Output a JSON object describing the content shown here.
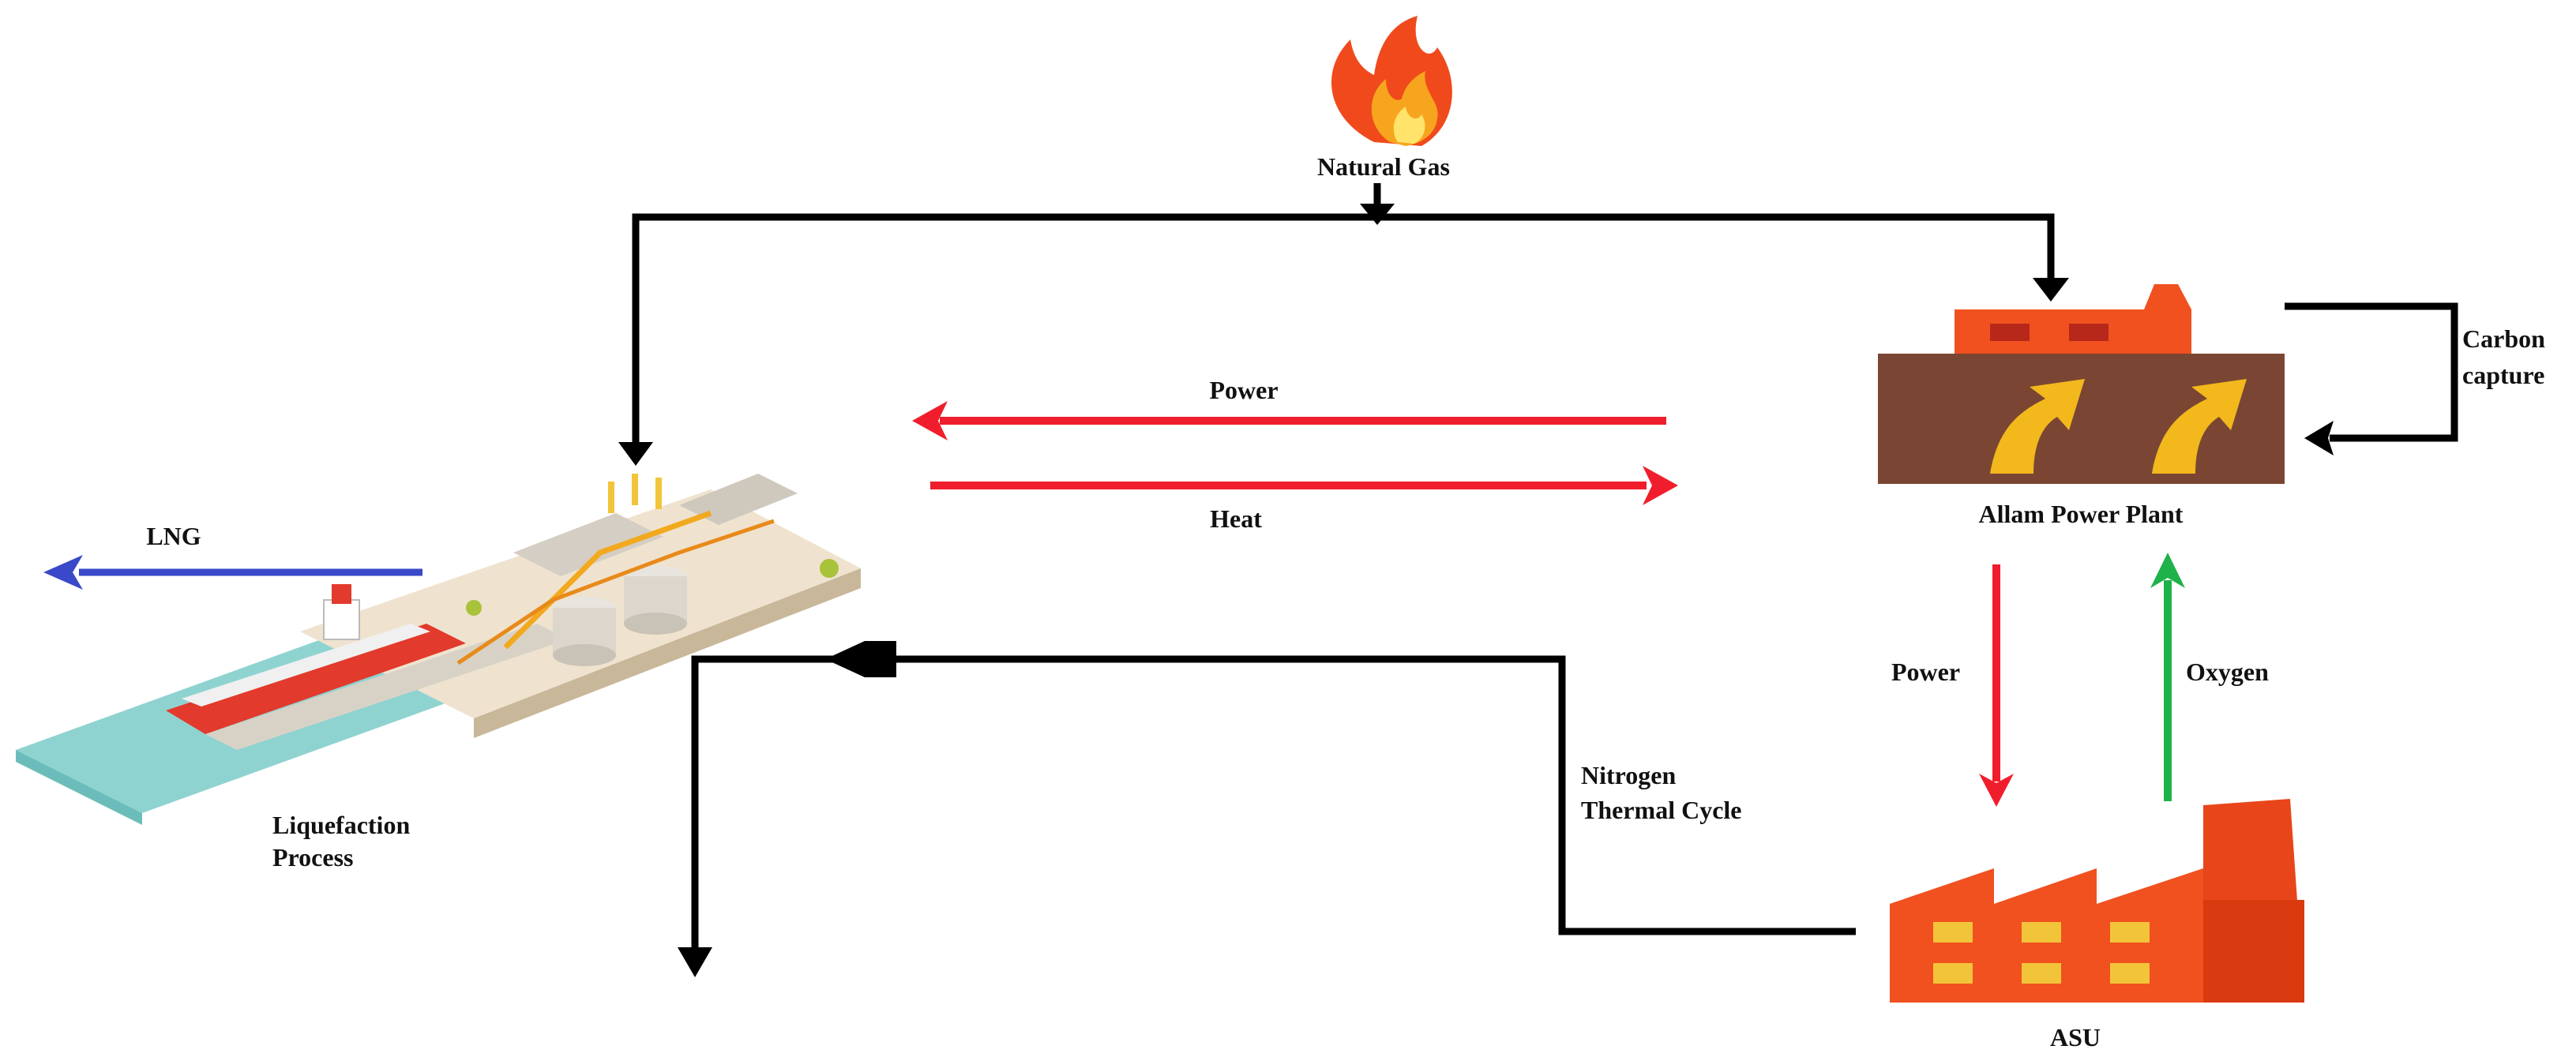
{
  "labels": {
    "natural_gas": "Natural Gas",
    "power_top": "Power",
    "heat": "Heat",
    "lng": "LNG",
    "liquefaction_line1": "Liquefaction",
    "liquefaction_line2": "Process",
    "allam_power_plant": "Allam Power Plant",
    "carbon_line1": "Carbon",
    "carbon_line2": "capture",
    "power_down": "Power",
    "oxygen": "Oxygen",
    "nitrogen_line1": "Nitrogen",
    "nitrogen_line2": "Thermal Cycle",
    "asu": "ASU"
  },
  "colors": {
    "black_line": "#000000",
    "red_arrow": "#f01e2c",
    "blue_arrow": "#3a49c9",
    "green_arrow": "#1fb24a",
    "factory_orange": "#f0511f",
    "factory_dark_orange": "#d93a10",
    "factory_window": "#f2c43a",
    "plant_brown": "#7a4633",
    "plant_arrow": "#f2b81c",
    "water": "#8fd3d1"
  },
  "icons": {
    "flame": "flame-icon",
    "plant": "allam-power-plant-icon",
    "asu": "asu-factory-icon",
    "terminal": "lng-terminal-illustration"
  }
}
